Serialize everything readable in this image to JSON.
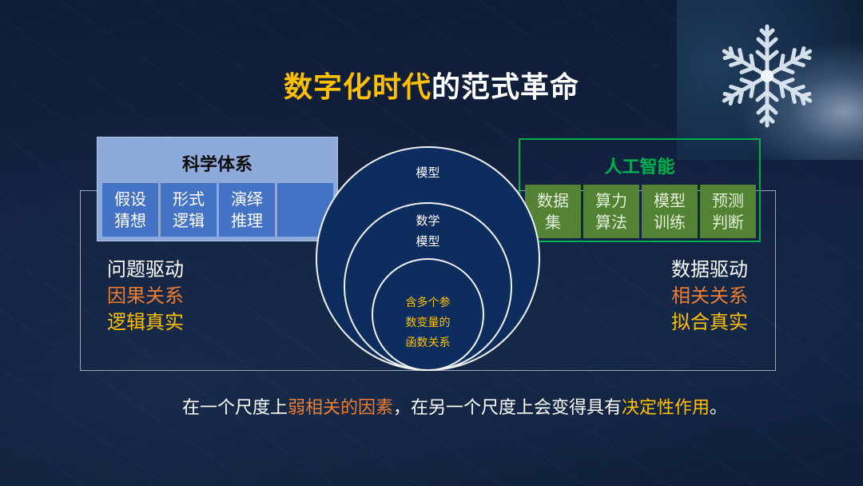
{
  "title": {
    "highlight": "数字化时代",
    "rest": "的范式革命"
  },
  "science_system": {
    "title": "科学体系",
    "cells": [
      {
        "line1": "假设",
        "line2": "猜想"
      },
      {
        "line1": "形式",
        "line2": "逻辑"
      },
      {
        "line1": "演绎",
        "line2": "推理"
      },
      {
        "line1": "",
        "line2": ""
      }
    ]
  },
  "ai_system": {
    "title": "人工智能",
    "cells": [
      {
        "line1": "数据",
        "line2": "集"
      },
      {
        "line1": "算力",
        "line2": "算法"
      },
      {
        "line1": "模型",
        "line2": "训练"
      },
      {
        "line1": "预测",
        "line2": "判断"
      }
    ]
  },
  "left_text": {
    "line1": "问题驱动",
    "line2": "因果关系",
    "line3": "逻辑真实"
  },
  "right_text": {
    "line1": "数据驱动",
    "line2": "相关关系",
    "line3": "拟合真实"
  },
  "circles": {
    "outer": "模型",
    "middle_line1": "数学",
    "middle_line2": "模型",
    "inner_line1": "含多个参",
    "inner_line2": "数变量的",
    "inner_line3": "函数关系"
  },
  "bottom": {
    "part1": "在一个尺度上",
    "part2": "弱相关的因素",
    "part3": "，在另一个尺度上会变得具有",
    "part4": "决定性作用",
    "part5": "。"
  },
  "colors": {
    "highlight_yellow": "#ffc000",
    "orange": "#ed7d31",
    "ai_green": "#00b050",
    "ai_cell_green": "#548235",
    "science_light_blue": "#8eaadb",
    "science_cell_blue": "#4472c4",
    "circle_fill": "#0d2d5e",
    "background": "#0f1d38"
  },
  "image": {
    "icon": "snowflake-photo"
  }
}
